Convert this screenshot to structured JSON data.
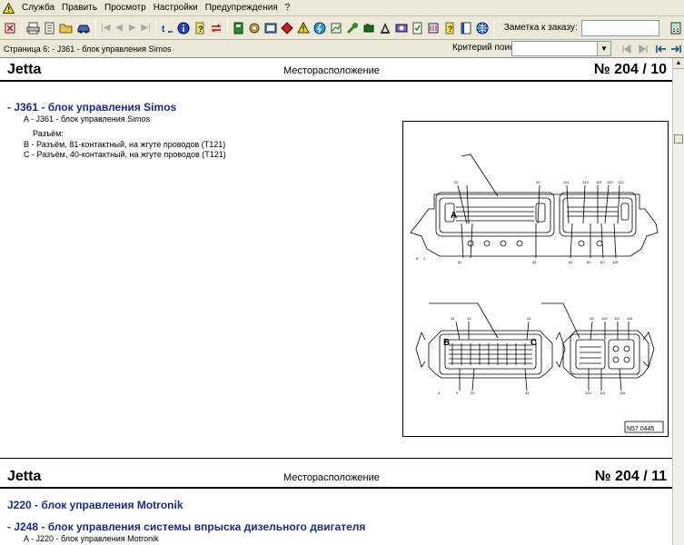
{
  "menu": {
    "items": [
      "Служба",
      "Править",
      "Просмотр",
      "Настройки",
      "Предупреждения",
      "?"
    ]
  },
  "toolbar": {
    "note_label": "Заметка к заказу:",
    "note_value": ""
  },
  "infobar": {
    "page_info": "Страница 6: - J361 - блок управления Simos",
    "search_label": "Критерий поиска:",
    "search_value": ""
  },
  "page1": {
    "car": "Jetta",
    "section": "Месторасположение",
    "number": "№  204 / 10",
    "heading": "- J361 - блок управления Simos",
    "line_a": "A - J361 - блок управления Simos",
    "connector_label": "Разъём:",
    "line_b": "B - Разъём, 81-контактный, на жгуте проводов (T121)",
    "line_c": "C - Разъём, 40-контактный, на жгуте проводов (T121)",
    "figure_labels": {
      "a": "A",
      "b": "B",
      "c": "C",
      "ref": "N57 0445"
    }
  },
  "page2": {
    "car": "Jetta",
    "section": "Месторасположение",
    "number": "№  204 / 11",
    "heading1": "J220 - блок управления Motronik",
    "heading2": "- J248 - блок управления системы впрыска дизельного двигателя",
    "line_a": "A - J220 - блок управления Motronik"
  },
  "colors": {
    "heading": "#1a2a8a",
    "chrome": "#ece9d8"
  }
}
